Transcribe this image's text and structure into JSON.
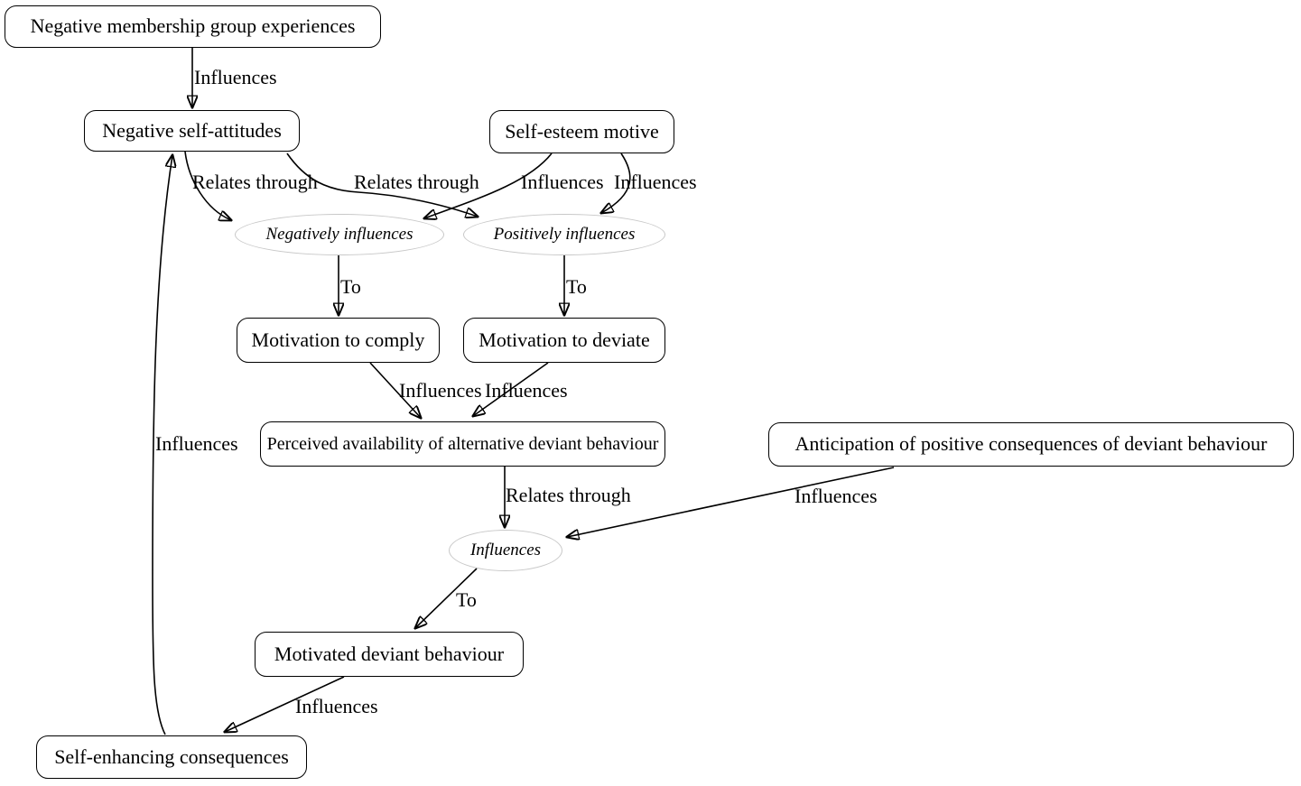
{
  "diagram": {
    "background": "#ffffff",
    "colors": {
      "node_border": "#000000",
      "relation_ellipse_border": "#c8c8c8",
      "edge_line": "#000000",
      "text": "#000000"
    },
    "nodes": {
      "nmge": {
        "label": "Negative membership group experiences",
        "shape": "box"
      },
      "nsa": {
        "label": "Negative self-attitudes",
        "shape": "box"
      },
      "sem": {
        "label": "Self-esteem motive",
        "shape": "box"
      },
      "neg": {
        "label": "Negatively influences",
        "shape": "ellipse"
      },
      "pos": {
        "label": "Positively influences",
        "shape": "ellipse"
      },
      "mtc": {
        "label": "Motivation to comply",
        "shape": "box"
      },
      "mtd": {
        "label": "Motivation to deviate",
        "shape": "box"
      },
      "pa": {
        "label": "Perceived availability of alternative deviant behaviour",
        "shape": "box"
      },
      "apc": {
        "label": "Anticipation of positive consequences of deviant behaviour",
        "shape": "box"
      },
      "inf": {
        "label": "Influences",
        "shape": "ellipse"
      },
      "mdb": {
        "label": "Motivated deviant behaviour",
        "shape": "box"
      },
      "sec": {
        "label": "Self-enhancing consequences",
        "shape": "box"
      }
    },
    "edges": [
      {
        "from": "nmge",
        "to": "nsa",
        "label": "Influences"
      },
      {
        "from": "nsa",
        "to": "neg",
        "label": "Relates through"
      },
      {
        "from": "nsa",
        "to": "pos",
        "label": "Relates through"
      },
      {
        "from": "sem",
        "to": "neg",
        "label": "Influences"
      },
      {
        "from": "sem",
        "to": "pos",
        "label": "Influences"
      },
      {
        "from": "neg",
        "to": "mtc",
        "label": "To"
      },
      {
        "from": "pos",
        "to": "mtd",
        "label": "To"
      },
      {
        "from": "mtc",
        "to": "pa",
        "label": "Influences"
      },
      {
        "from": "mtd",
        "to": "pa",
        "label": "Influences"
      },
      {
        "from": "pa",
        "to": "inf",
        "label": "Relates through"
      },
      {
        "from": "apc",
        "to": "inf",
        "label": "Influences"
      },
      {
        "from": "inf",
        "to": "mdb",
        "label": "To"
      },
      {
        "from": "mdb",
        "to": "sec",
        "label": "Influences"
      },
      {
        "from": "sec",
        "to": "nsa",
        "label": "Influences"
      }
    ]
  }
}
